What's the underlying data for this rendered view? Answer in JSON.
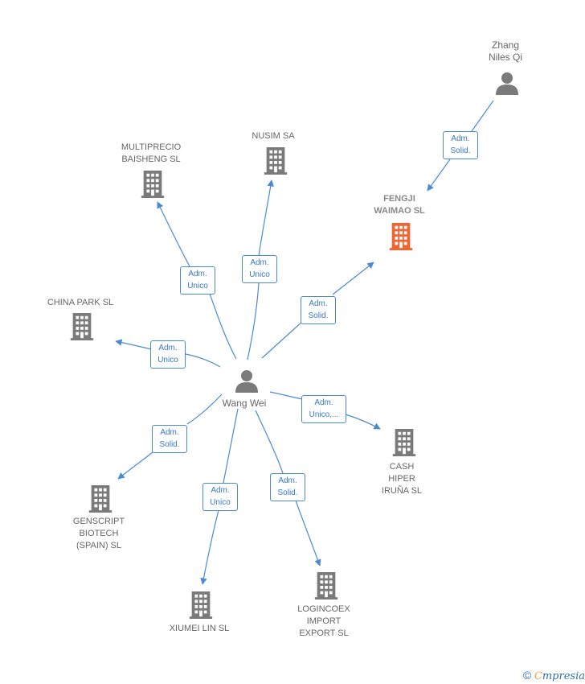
{
  "colors": {
    "edge": "#4a8ad4",
    "building": "#7a7a7a",
    "building_highlight": "#f26430",
    "person": "#7a7a7a"
  },
  "nodes": {
    "zhang": {
      "label": "Zhang\nNiles Qi",
      "icon": "person-icon"
    },
    "wang": {
      "label": "Wang Wei",
      "icon": "person-icon"
    },
    "fengji": {
      "label": "FENGJI\nWAIMAO  SL",
      "icon": "building-icon"
    },
    "nusim": {
      "label": "NUSIM SA",
      "icon": "building-icon"
    },
    "multiprecio": {
      "label": "MULTIPRECIO\nBAISHENG  SL",
      "icon": "building-icon"
    },
    "chinapark": {
      "label": "CHINA PARK SL",
      "icon": "building-icon"
    },
    "cash": {
      "label": "CASH\nHIPER\nIRUÑA  SL",
      "icon": "building-icon"
    },
    "genscript": {
      "label": "GENSCRIPT\nBIOTECH\n(SPAIN)  SL",
      "icon": "building-icon"
    },
    "xiumei": {
      "label": "XIUMEI LIN  SL",
      "icon": "building-icon"
    },
    "logincoex": {
      "label": "LOGINCOEX\nIMPORT\nEXPORT  SL",
      "icon": "building-icon"
    }
  },
  "edges": {
    "zhang_fengji": "Adm.\nSolid.",
    "wang_fengji": "Adm.\nSolid.",
    "wang_nusim": "Adm.\nUnico",
    "wang_multiprecio": "Adm.\nUnico",
    "wang_chinapark": "Adm.\nUnico",
    "wang_cash": "Adm.\nUnico,...",
    "wang_genscript": "Adm.\nSolid.",
    "wang_xiumei": "Adm.\nUnico",
    "wang_logincoex": "Adm.\nSolid."
  },
  "footer": {
    "copyright": "©",
    "brand_initial": "C",
    "brand_rest": "mpresia"
  }
}
